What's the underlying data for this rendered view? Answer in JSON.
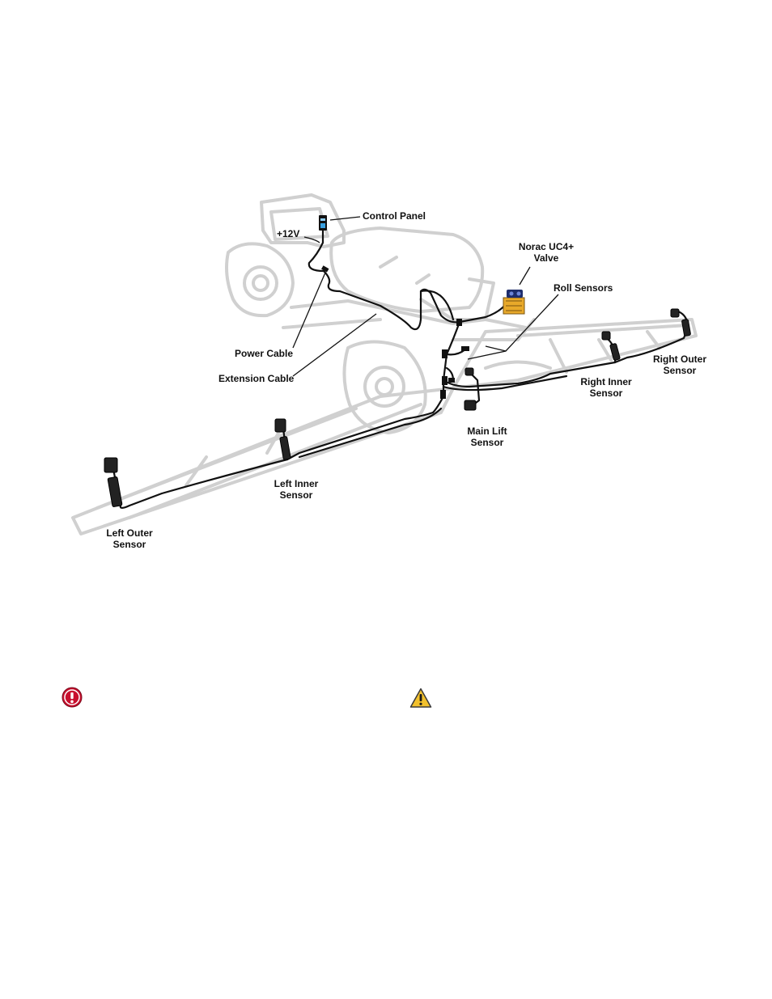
{
  "labels": {
    "control_panel": "Control Panel",
    "plus12v": "+12V",
    "valve_line1": "Norac UC4+",
    "valve_line2": "Valve",
    "roll_sensors": "Roll Sensors",
    "power_cable": "Power Cable",
    "extension_cable": "Extension Cable",
    "right_outer_line1": "Right Outer",
    "right_outer_line2": "Sensor",
    "right_inner_line1": "Right Inner",
    "right_inner_line2": "Sensor",
    "main_lift_line1": "Main Lift",
    "main_lift_line2": "Sensor",
    "left_inner_line1": "Left Inner",
    "left_inner_line2": "Sensor",
    "left_outer_line1": "Left Outer",
    "left_outer_line2": "Sensor"
  },
  "icons": {
    "important": "important-icon",
    "warning": "warning-icon"
  },
  "colors": {
    "outline": "#d4d4d4",
    "cable": "#111111",
    "valve": "#e8a92a",
    "important": "#c8102e",
    "warning": "#f2c12e"
  }
}
